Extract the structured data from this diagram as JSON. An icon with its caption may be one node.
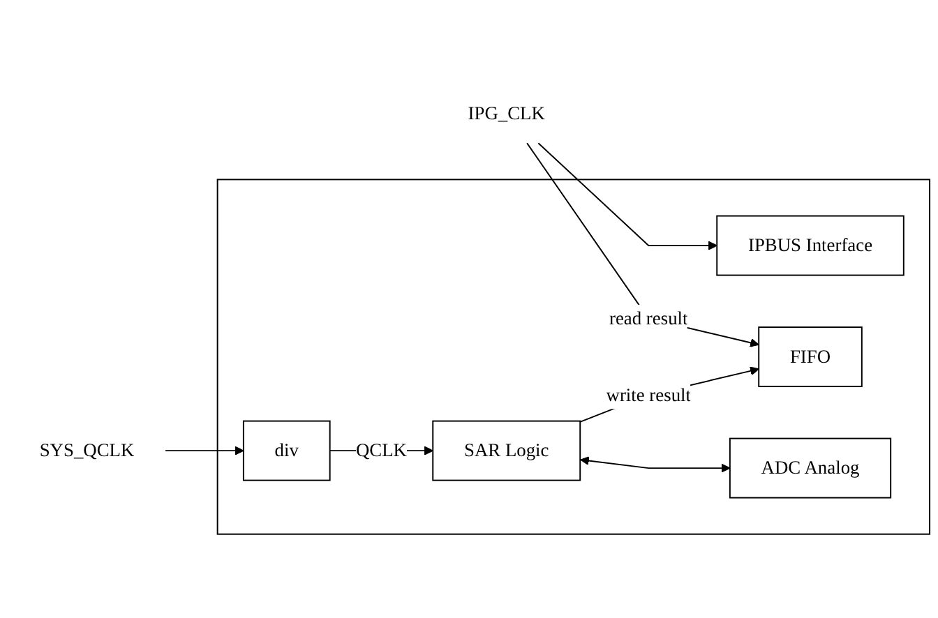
{
  "diagram": {
    "nodes": [
      {
        "text": [],
        "shape": "box"
      },
      {
        "text": [
          "IPG_CLK"
        ]
      },
      {
        "text": [
          "IPBUS Interface"
        ],
        "in": 0
      },
      {
        "text": [
          "FIFO"
        ],
        "in": 0
      },
      {
        "text": [
          "SYS_QCLK"
        ]
      },
      {
        "text": [
          "div"
        ],
        "in": 0
      },
      {
        "text": [
          "SAR Logic"
        ],
        "in": 0
      },
      {
        "text": [
          "ADC Analog"
        ],
        "in": 0
      }
    ],
    "edges": [
      {
        "from": 1,
        "to": 2,
        "arrow": "to"
      },
      {
        "from": 1,
        "to": 3,
        "arrow": "to",
        "label": "read result"
      },
      {
        "from": 4,
        "to": 5,
        "arrow": "to"
      },
      {
        "from": 5,
        "to": 6,
        "arrow": "to",
        "label": "QCLK"
      },
      {
        "from": 6,
        "to": 3,
        "arrow": "to",
        "label": "write result"
      },
      {
        "from": 6,
        "to": 7,
        "arrow": "both"
      }
    ]
  }
}
